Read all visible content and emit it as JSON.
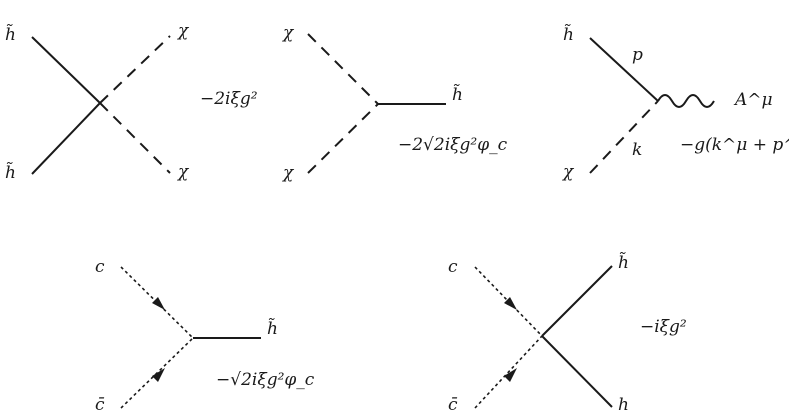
{
  "diagrams": [
    {
      "labels": {
        "p1": "h̃",
        "p2": "h̃",
        "p3": "χ",
        "p4": "χ"
      },
      "coupling": "−2iξg²"
    },
    {
      "labels": {
        "p1": "χ",
        "p2": "χ",
        "p3": "h̃"
      },
      "coupling": "−2√2iξg²φ_c"
    },
    {
      "labels": {
        "p1": "h̃",
        "p2": "χ",
        "p3": "A^μ",
        "mom1": "p",
        "mom2": "k"
      },
      "coupling": "−g(k^μ + p^μ)"
    },
    {
      "labels": {
        "p1": "c",
        "p2": "c̄",
        "p3": "h̃"
      },
      "coupling": "−√2iξg²φ_c"
    },
    {
      "labels": {
        "p1": "c",
        "p2": "c̄",
        "p3": "h̃",
        "p4": "h"
      },
      "coupling": "−iξg²"
    }
  ]
}
